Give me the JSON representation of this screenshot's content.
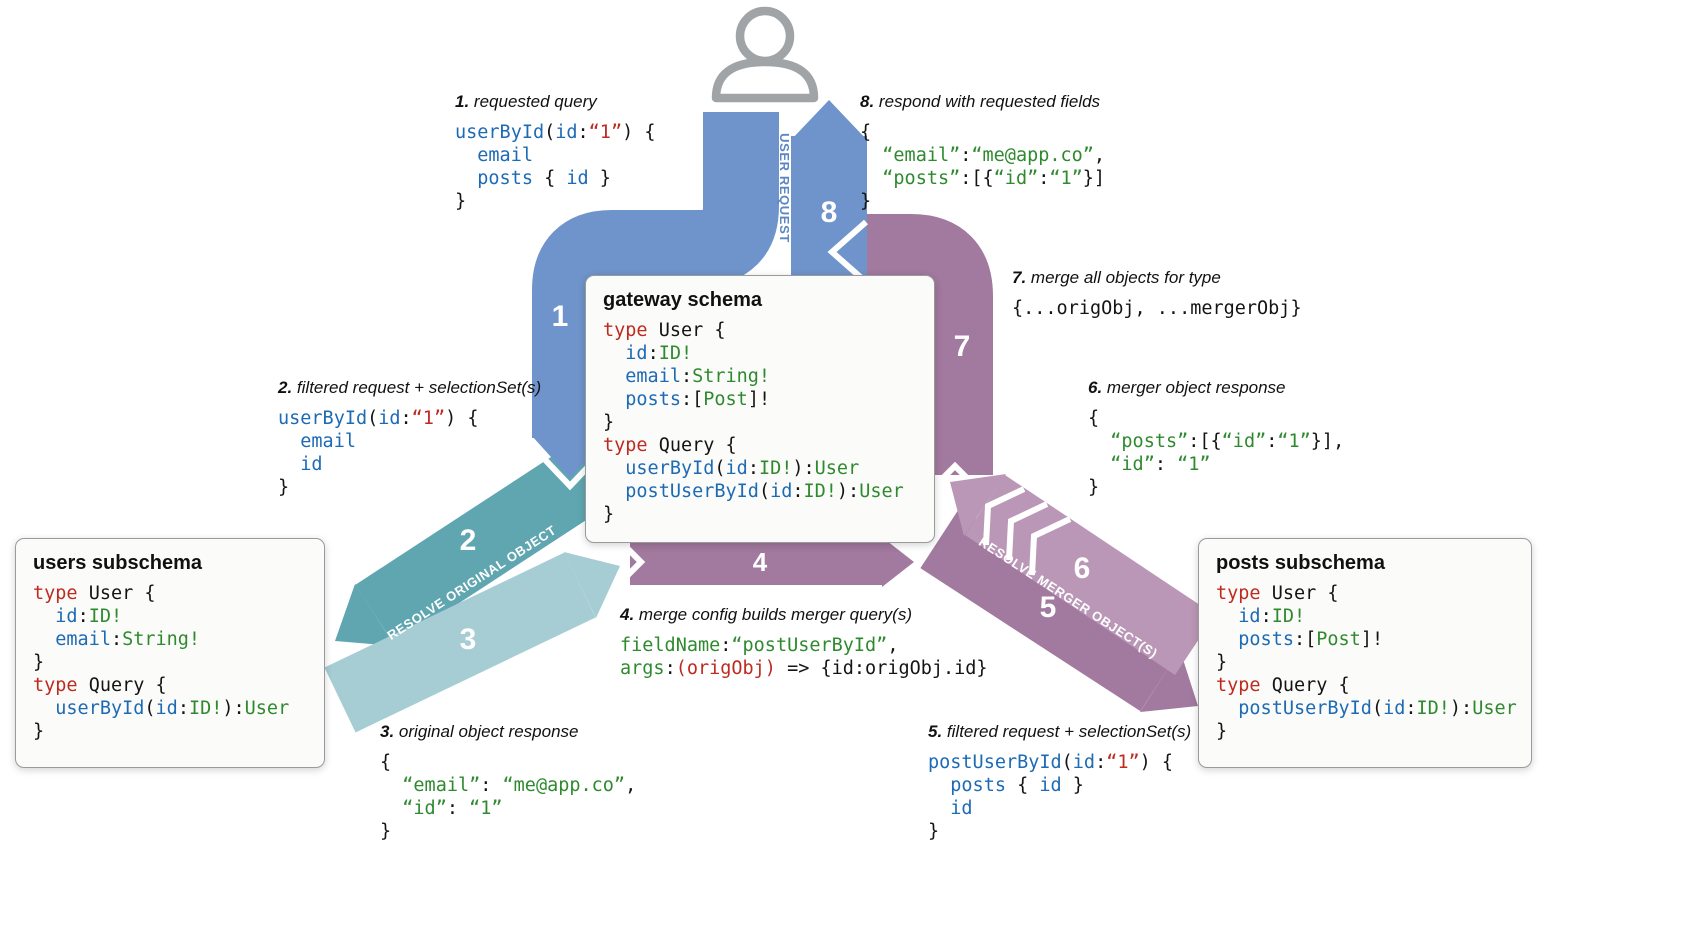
{
  "colors": {
    "c_blue": "#6e94cb",
    "c_blue_label": "#5b86c5",
    "c_teal": "#5fa6b0",
    "c_teal_light": "#a6cdd4",
    "c_purple": "#a2799f",
    "c_purple_light": "#bb97b7",
    "c_red": "#bf2a20",
    "c_blue_code": "#1d6ab5",
    "c_green": "#2f8a2f"
  },
  "bands": {
    "user_request_label": "USER REQUEST",
    "resolve_original_label": "RESOLVE ORIGINAL OBJECT",
    "resolve_merger_label": "RESOLVE MERGER OBJECT(S)",
    "n1": "1",
    "n2": "2",
    "n3": "3",
    "n4": "4",
    "n5": "5",
    "n6": "6",
    "n7": "7",
    "n8": "8"
  },
  "boxes": {
    "gateway": {
      "title": "gateway schema",
      "code": [
        [
          [
            "k",
            "type"
          ],
          [
            "p",
            " User {"
          ]
        ],
        [
          [
            "f",
            "  id"
          ],
          [
            "p",
            ":"
          ],
          [
            "t",
            "ID!"
          ]
        ],
        [
          [
            "f",
            "  email"
          ],
          [
            "p",
            ":"
          ],
          [
            "t",
            "String!"
          ]
        ],
        [
          [
            "f",
            "  posts"
          ],
          [
            "p",
            ":["
          ],
          [
            "t",
            "Post"
          ],
          [
            "p",
            "]!"
          ]
        ],
        [
          [
            "p",
            "}"
          ]
        ],
        [
          [
            "k",
            "type"
          ],
          [
            "p",
            " Query {"
          ]
        ],
        [
          [
            "f",
            "  userById"
          ],
          [
            "p",
            "("
          ],
          [
            "f",
            "id"
          ],
          [
            "p",
            ":"
          ],
          [
            "t",
            "ID!"
          ],
          [
            "p",
            "):"
          ],
          [
            "t",
            "User"
          ]
        ],
        [
          [
            "f",
            "  postUserById"
          ],
          [
            "p",
            "("
          ],
          [
            "f",
            "id"
          ],
          [
            "p",
            ":"
          ],
          [
            "t",
            "ID!"
          ],
          [
            "p",
            "):"
          ],
          [
            "t",
            "User"
          ]
        ],
        [
          [
            "p",
            "}"
          ]
        ]
      ]
    },
    "users": {
      "title": "users subschema",
      "code": [
        [
          [
            "k",
            "type"
          ],
          [
            "p",
            " User {"
          ]
        ],
        [
          [
            "f",
            "  id"
          ],
          [
            "p",
            ":"
          ],
          [
            "t",
            "ID!"
          ]
        ],
        [
          [
            "f",
            "  email"
          ],
          [
            "p",
            ":"
          ],
          [
            "t",
            "String!"
          ]
        ],
        [
          [
            "p",
            "}"
          ]
        ],
        [
          [
            "k",
            "type"
          ],
          [
            "p",
            " Query {"
          ]
        ],
        [
          [
            "f",
            "  userById"
          ],
          [
            "p",
            "("
          ],
          [
            "f",
            "id"
          ],
          [
            "p",
            ":"
          ],
          [
            "t",
            "ID!"
          ],
          [
            "p",
            "):"
          ],
          [
            "t",
            "User"
          ]
        ],
        [
          [
            "p",
            "}"
          ]
        ]
      ]
    },
    "posts": {
      "title": "posts subschema",
      "code": [
        [
          [
            "k",
            "type"
          ],
          [
            "p",
            " User {"
          ]
        ],
        [
          [
            "f",
            "  id"
          ],
          [
            "p",
            ":"
          ],
          [
            "t",
            "ID!"
          ]
        ],
        [
          [
            "f",
            "  posts"
          ],
          [
            "p",
            ":["
          ],
          [
            "t",
            "Post"
          ],
          [
            "p",
            "]!"
          ]
        ],
        [
          [
            "p",
            "}"
          ]
        ],
        [
          [
            "k",
            "type"
          ],
          [
            "p",
            " Query {"
          ]
        ],
        [
          [
            "f",
            "  postUserById"
          ],
          [
            "p",
            "("
          ],
          [
            "f",
            "id"
          ],
          [
            "p",
            ":"
          ],
          [
            "t",
            "ID!"
          ],
          [
            "p",
            "):"
          ],
          [
            "t",
            "User"
          ]
        ],
        [
          [
            "p",
            "}"
          ]
        ]
      ]
    }
  },
  "annotations": {
    "a1": {
      "num": "1.",
      "title": "requested query",
      "code": [
        [
          [
            "f",
            "userById"
          ],
          [
            "p",
            "("
          ],
          [
            "f",
            "id"
          ],
          [
            "p",
            ":"
          ],
          [
            "r",
            "“1”"
          ],
          [
            "p",
            ") {"
          ]
        ],
        [
          [
            "f",
            "  email"
          ]
        ],
        [
          [
            "f",
            "  posts"
          ],
          [
            "p",
            " { "
          ],
          [
            "f",
            "id"
          ],
          [
            "p",
            " }"
          ]
        ],
        [
          [
            "p",
            "}"
          ]
        ]
      ]
    },
    "a2": {
      "num": "2.",
      "title": "filtered request + selectionSet(s)",
      "code": [
        [
          [
            "f",
            "userById"
          ],
          [
            "p",
            "("
          ],
          [
            "f",
            "id"
          ],
          [
            "p",
            ":"
          ],
          [
            "r",
            "“1”"
          ],
          [
            "p",
            ") {"
          ]
        ],
        [
          [
            "f",
            "  email"
          ]
        ],
        [
          [
            "f",
            "  id"
          ]
        ],
        [
          [
            "p",
            "}"
          ]
        ]
      ]
    },
    "a3": {
      "num": "3.",
      "title": "original object response",
      "code": [
        [
          [
            "p",
            "{"
          ]
        ],
        [
          [
            "s",
            "  “email”"
          ],
          [
            "p",
            ": "
          ],
          [
            "s",
            "“me@app.co”"
          ],
          [
            "p",
            ","
          ]
        ],
        [
          [
            "s",
            "  “id”"
          ],
          [
            "p",
            ": "
          ],
          [
            "s",
            "“1”"
          ]
        ],
        [
          [
            "p",
            "}"
          ]
        ]
      ]
    },
    "a4": {
      "num": "4.",
      "title": "merge config builds merger query(s)",
      "code": [
        [
          [
            "t",
            "fieldName"
          ],
          [
            "p",
            ":"
          ],
          [
            "s",
            "“postUserById”"
          ],
          [
            "p",
            ","
          ]
        ],
        [
          [
            "t",
            "args"
          ],
          [
            "p",
            ":"
          ],
          [
            "r",
            "(origObj)"
          ],
          [
            "p",
            " => {id:origObj.id}"
          ]
        ]
      ]
    },
    "a5": {
      "num": "5.",
      "title": "filtered request + selectionSet(s)",
      "code": [
        [
          [
            "f",
            "postUserById"
          ],
          [
            "p",
            "("
          ],
          [
            "f",
            "id"
          ],
          [
            "p",
            ":"
          ],
          [
            "r",
            "“1”"
          ],
          [
            "p",
            ") {"
          ]
        ],
        [
          [
            "f",
            "  posts"
          ],
          [
            "p",
            " { "
          ],
          [
            "f",
            "id"
          ],
          [
            "p",
            " }"
          ]
        ],
        [
          [
            "f",
            "  id"
          ]
        ],
        [
          [
            "p",
            "}"
          ]
        ]
      ]
    },
    "a6": {
      "num": "6.",
      "title": "merger object response",
      "code": [
        [
          [
            "p",
            "{"
          ]
        ],
        [
          [
            "s",
            "  “posts”"
          ],
          [
            "p",
            ":[{"
          ],
          [
            "s",
            "“id”"
          ],
          [
            "p",
            ":"
          ],
          [
            "s",
            "“1”"
          ],
          [
            "p",
            "}],"
          ]
        ],
        [
          [
            "s",
            "  “id”"
          ],
          [
            "p",
            ": "
          ],
          [
            "s",
            "“1”"
          ]
        ],
        [
          [
            "p",
            "}"
          ]
        ]
      ]
    },
    "a7": {
      "num": "7.",
      "title": "merge all objects for type",
      "code": [
        [
          [
            "p",
            "{...origObj, ...mergerObj}"
          ]
        ]
      ]
    },
    "a8": {
      "num": "8.",
      "title": "respond with requested fields",
      "code": [
        [
          [
            "p",
            "{"
          ]
        ],
        [
          [
            "s",
            "  “email”"
          ],
          [
            "p",
            ":"
          ],
          [
            "s",
            "“me@app.co”"
          ],
          [
            "p",
            ","
          ]
        ],
        [
          [
            "s",
            "  “posts”"
          ],
          [
            "p",
            ":[{"
          ],
          [
            "s",
            "“id”"
          ],
          [
            "p",
            ":"
          ],
          [
            "s",
            "“1”"
          ],
          [
            "p",
            "}]"
          ]
        ],
        [
          [
            "p",
            "}"
          ]
        ]
      ]
    }
  }
}
